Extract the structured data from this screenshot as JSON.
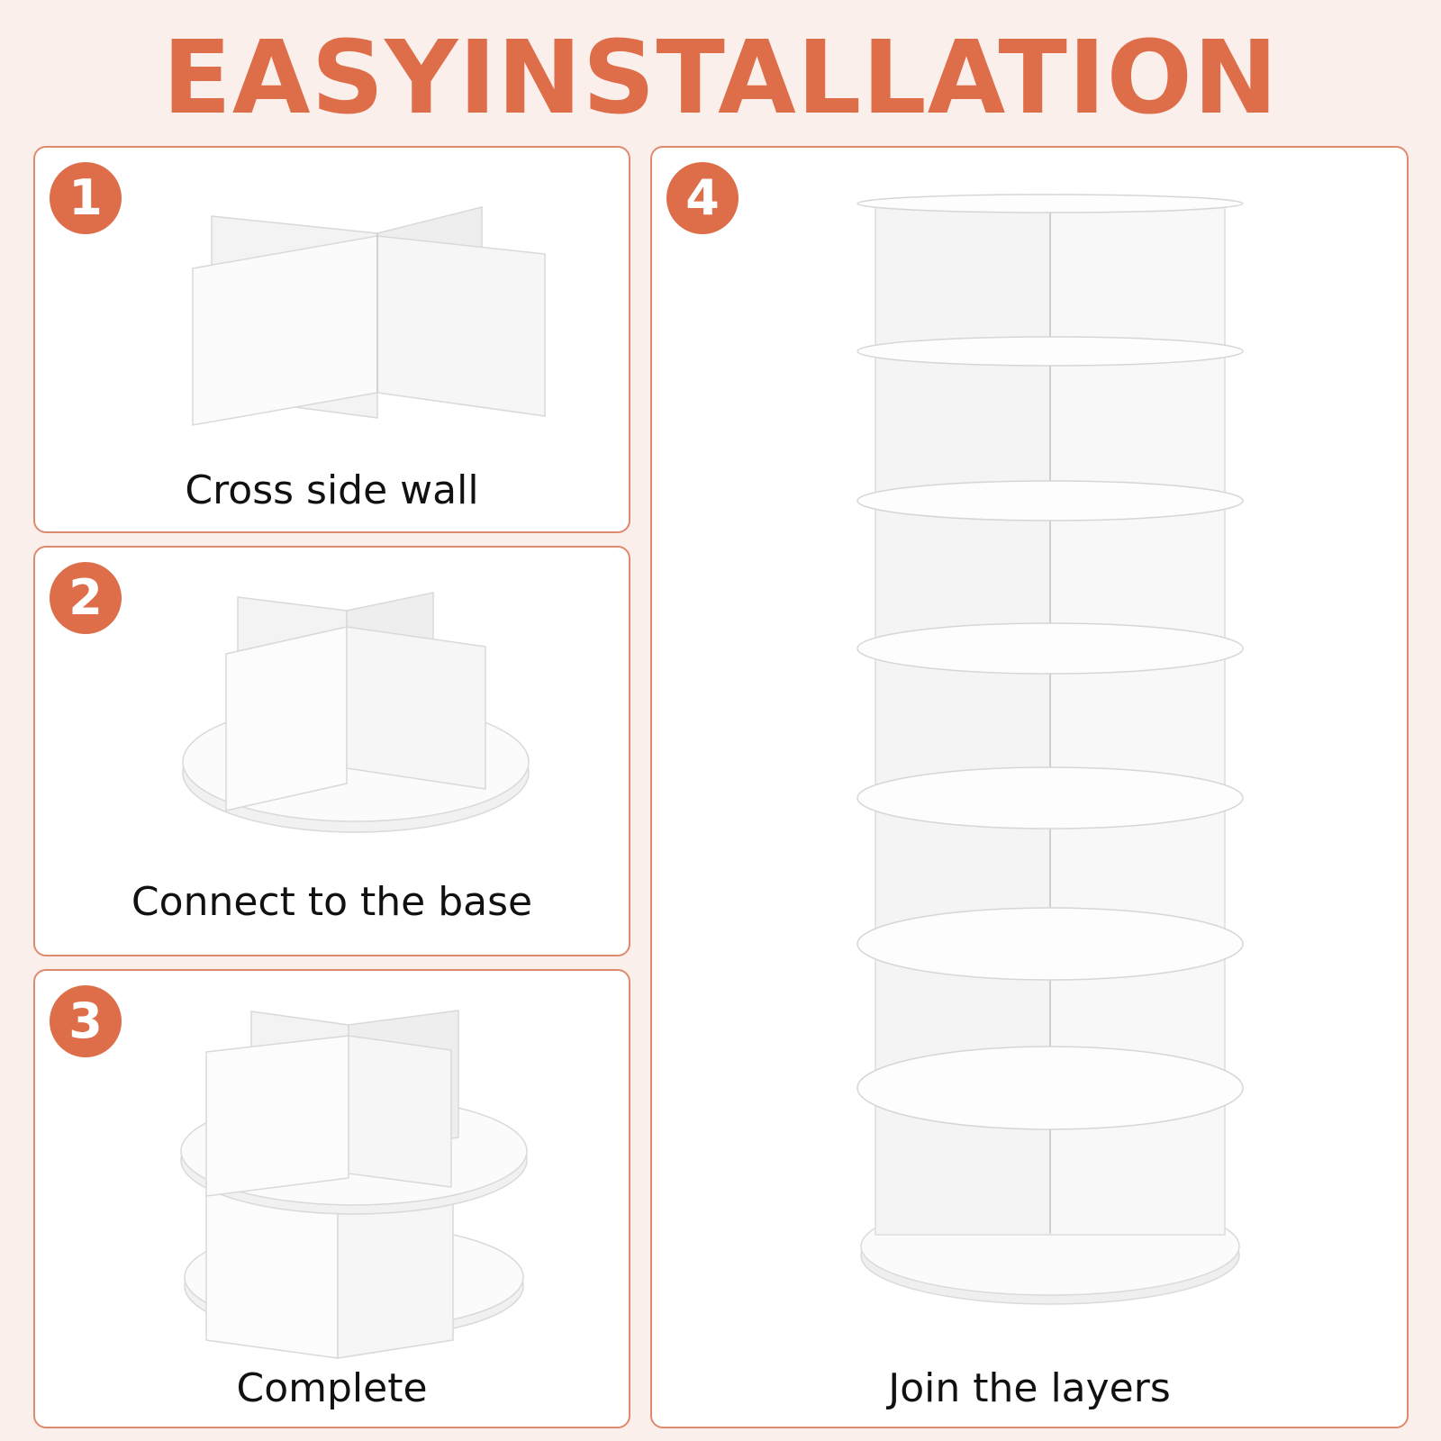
{
  "title": "EASYINSTALLATION",
  "accent_color": "#de6d49",
  "steps": [
    {
      "number": "1",
      "caption": "Cross side wall"
    },
    {
      "number": "2",
      "caption": "Connect to the base"
    },
    {
      "number": "3",
      "caption": "Complete"
    },
    {
      "number": "4",
      "caption": "Join the layers"
    }
  ]
}
